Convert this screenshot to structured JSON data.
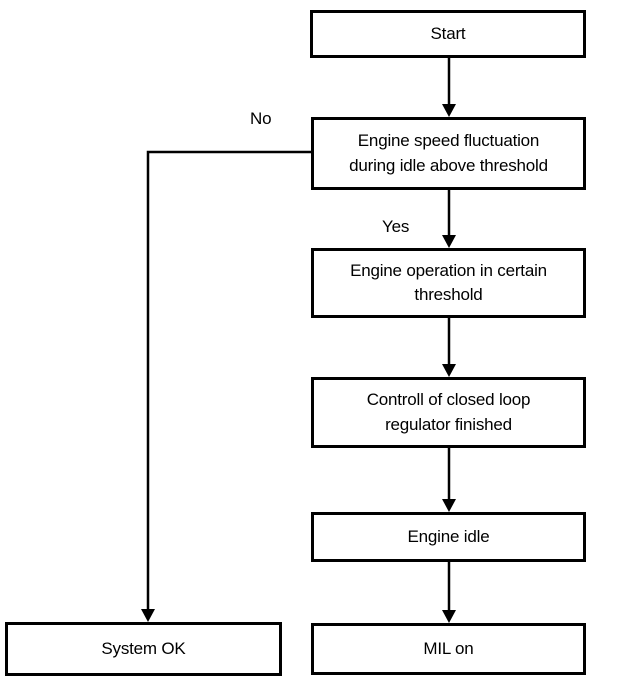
{
  "diagram": {
    "type": "flowchart",
    "background_color": "#ffffff",
    "line_color": "#000000",
    "nodes": [
      {
        "id": "start",
        "label": "Start"
      },
      {
        "id": "fluctuation",
        "label": "Engine speed fluctuation during idle above threshold"
      },
      {
        "id": "operation",
        "label": "Engine operation in certain threshold"
      },
      {
        "id": "control",
        "label": "Controll of closed loop regulator finished"
      },
      {
        "id": "engine-idle",
        "label": "Engine idle"
      },
      {
        "id": "mil-on",
        "label": "MIL on"
      },
      {
        "id": "system-ok",
        "label": "System OK"
      }
    ],
    "edge_labels": {
      "no": "No",
      "yes": "Yes"
    }
  }
}
